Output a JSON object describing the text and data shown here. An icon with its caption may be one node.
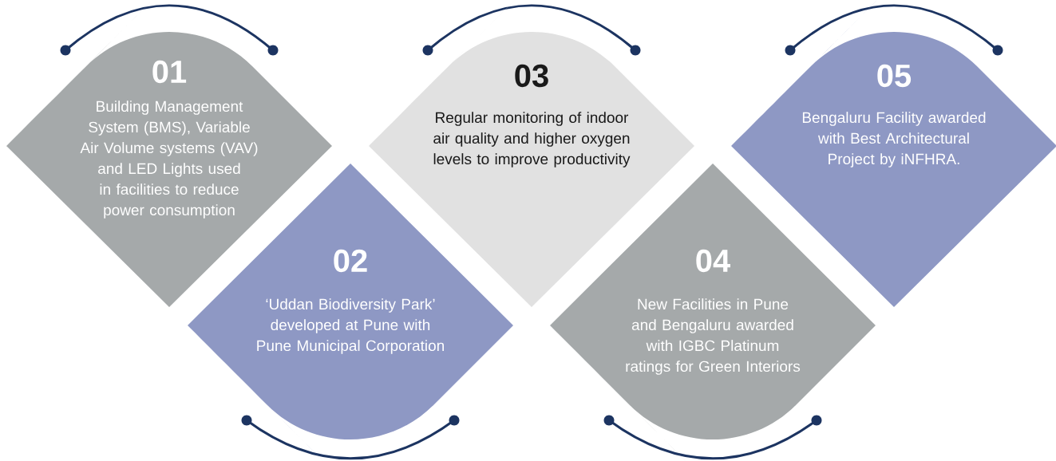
{
  "diagram": {
    "nodes": [
      {
        "text": [
          "01",
          "Building Management System (BMS), Variable Air Volume systems (VAV) and LED Lights used in facilities to reduce power consumption"
        ]
      },
      {
        "text": [
          "02",
          "‘Uddan Biodiversity Park’ developed at Pune with Pune Municipal Corporation"
        ]
      },
      {
        "text": [
          "03",
          "Regular monitoring of indoor air quality and higher oxygen levels to improve productivity"
        ]
      },
      {
        "text": [
          "04",
          "New Facilities in Pune and Bengaluru awarded with IGBC Platinum ratings for Green Interiors"
        ]
      },
      {
        "text": [
          "05",
          "Bengaluru Facility awarded with Best Architectural Project by iNFHRA."
        ]
      }
    ]
  }
}
